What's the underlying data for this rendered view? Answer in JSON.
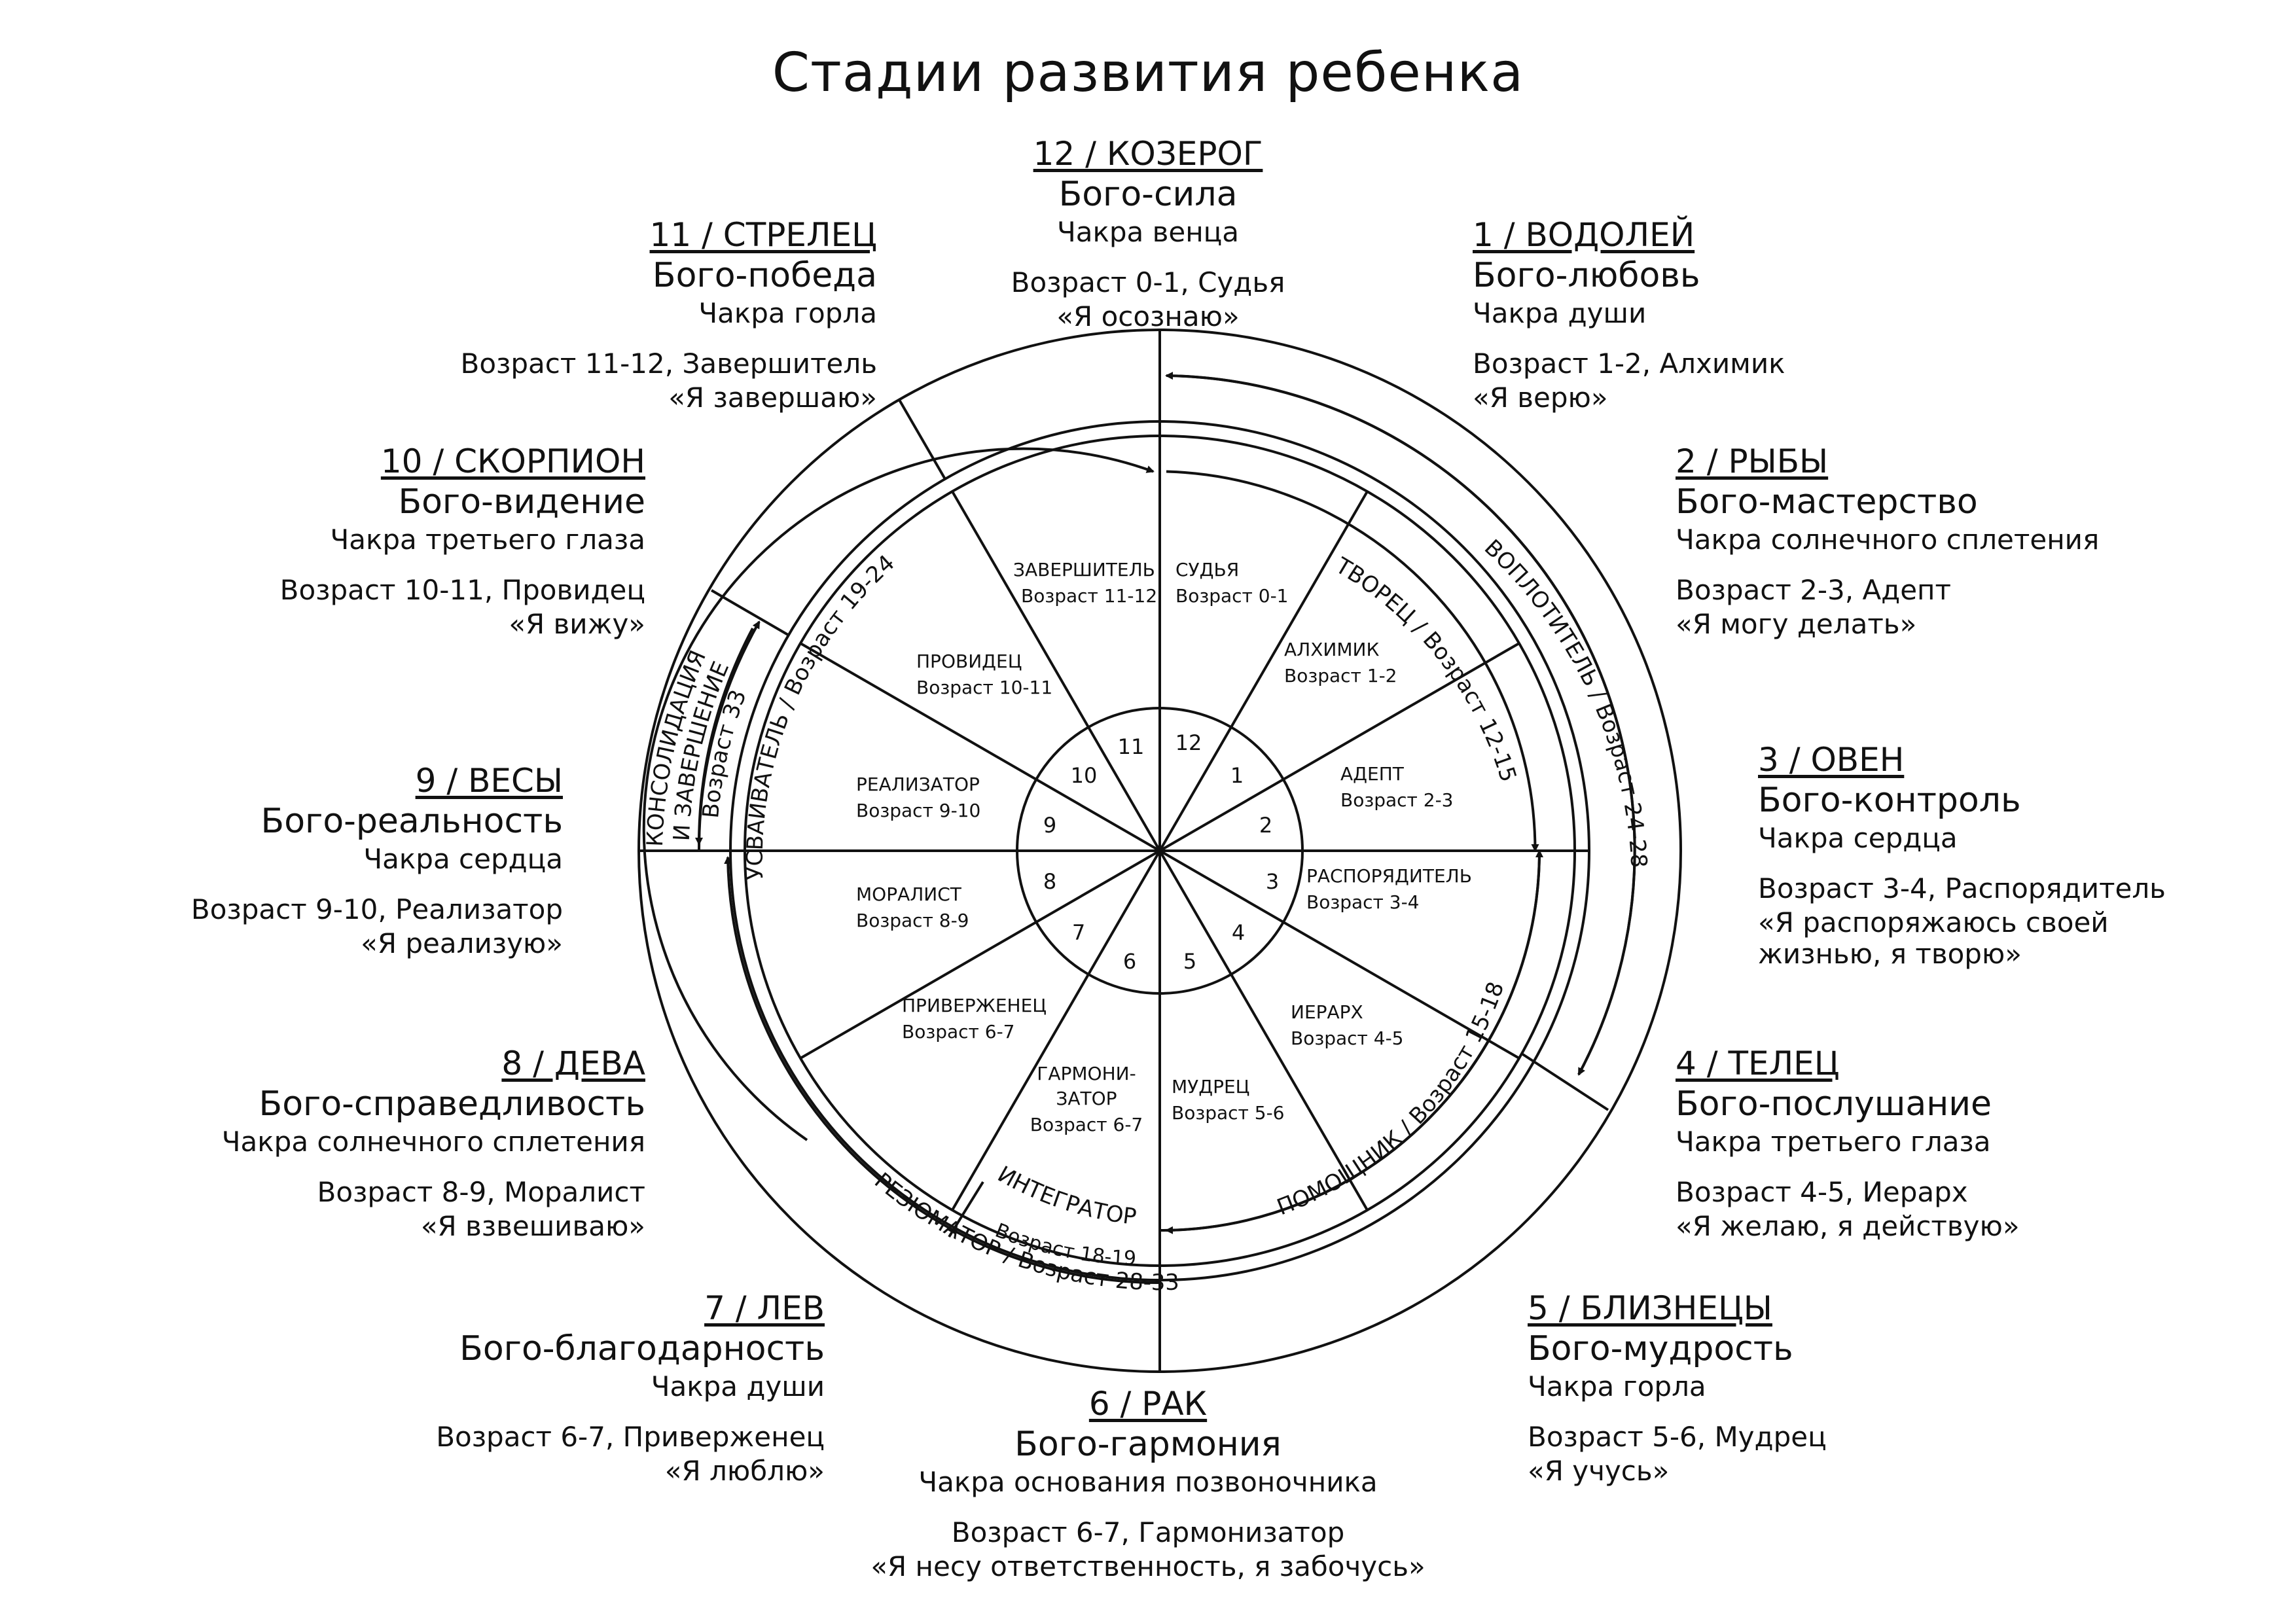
{
  "title": "Стадии развития ребенка",
  "signs": [
    {
      "sign": "1 / ВОДОЛЕЙ",
      "god": "Бого-любовь",
      "chakra": "Чакра души",
      "age": "Возраст 1-2, Алхимик",
      "motto": "«Я верю»"
    },
    {
      "sign": "2 / РЫБЫ",
      "god": "Бого-мастерство",
      "chakra": "Чакра солнечного сплетения",
      "age": "Возраст 2-3, Адепт",
      "motto": "«Я могу делать»"
    },
    {
      "sign": "3 / ОВЕН",
      "god": "Бого-контроль",
      "chakra": "Чакра сердца",
      "age": "Возраст 3-4, Распорядитель",
      "motto": "«Я распоряжаюсь своей жизнью, я творю»"
    },
    {
      "sign": "4 / ТЕЛЕЦ",
      "god": "Бого-послушание",
      "chakra": "Чакра третьего глаза",
      "age": "Возраст 4-5, Иерарх",
      "motto": "«Я желаю, я действую»"
    },
    {
      "sign": "5 / БЛИЗНЕЦЫ",
      "god": "Бого-мудрость",
      "chakra": "Чакра горла",
      "age": "Возраст 5-6, Мудрец",
      "motto": "«Я учусь»"
    },
    {
      "sign": "6 / РАК",
      "god": "Бого-гармония",
      "chakra": "Чакра основания позвоночника",
      "age": "Возраст 6-7, Гармонизатор",
      "motto": "«Я несу ответственность, я забочусь»"
    },
    {
      "sign": "7 / ЛЕВ",
      "god": "Бого-благодарность",
      "chakra": "Чакра души",
      "age": "Возраст 6-7, Приверженец",
      "motto": "«Я люблю»"
    },
    {
      "sign": "8 / ДЕВА",
      "god": "Бого-справедливость",
      "chakra": "Чакра солнечного сплетения",
      "age": "Возраст 8-9, Моралист",
      "motto": "«Я взвешиваю»"
    },
    {
      "sign": "9 / ВЕСЫ",
      "god": "Бого-реальность",
      "chakra": "Чакра сердца",
      "age": "Возраст 9-10, Реализатор",
      "motto": "«Я реализую»"
    },
    {
      "sign": "10 / СКОРПИОН",
      "god": "Бого-видение",
      "chakra": "Чакра третьего глаза",
      "age": "Возраст 10-11, Провидец",
      "motto": "«Я вижу»"
    },
    {
      "sign": "11 / СТРЕЛЕЦ",
      "god": "Бого-победа",
      "chakra": "Чакра горла",
      "age": "Возраст 11-12, Завершитель",
      "motto": "«Я завершаю»"
    },
    {
      "sign": "12 / КОЗЕРОГ",
      "god": "Бого-сила",
      "chakra": "Чакра венца",
      "age": "Возраст 0-1, Судья",
      "motto": "«Я осознаю»"
    }
  ],
  "wheel": {
    "segments": [
      {
        "num": "1",
        "name": "АЛХИМИК",
        "age": "Возраст 1-2"
      },
      {
        "num": "2",
        "name": "АДЕПТ",
        "age": "Возраст 2-3"
      },
      {
        "num": "3",
        "name": "РАСПОРЯДИТЕЛЬ",
        "age": "Возраст 3-4"
      },
      {
        "num": "4",
        "name": "ИЕРАРХ",
        "age": "Возраст 4-5"
      },
      {
        "num": "5",
        "name": "МУДРЕЦ",
        "age": "Возраст 5-6"
      },
      {
        "num": "6",
        "name1": "ГАРМОНИ-",
        "name2": "ЗАТОР",
        "age": "Возраст 6-7"
      },
      {
        "num": "7",
        "name": "ПРИВЕРЖЕНЕЦ",
        "age": "Возраст 6-7"
      },
      {
        "num": "8",
        "name": "МОРАЛИСТ",
        "age": "Возраст 8-9"
      },
      {
        "num": "9",
        "name": "РЕАЛИЗАТОР",
        "age": "Возраст 9-10"
      },
      {
        "num": "10",
        "name": "ПРОВИДЕЦ",
        "age": "Возраст 10-11"
      },
      {
        "num": "11",
        "name": "ЗАВЕРШИТЕЛЬ",
        "age": "Возраст 11-12"
      },
      {
        "num": "12",
        "name": "СУДЬЯ",
        "age": "Возраст 0-1"
      }
    ],
    "arcs": {
      "tvorets": "ТВОРЕЦ / Возраст 12-15",
      "pomoshchnik": "ПОМОЩНИК / Возраст 15-18",
      "integrator_1": "ИНТЕГРАТОР",
      "integrator_2": "Возраст 18-19",
      "usvaivatel": "УСВАИВАТЕЛЬ / Возраст 19-24",
      "voploshchitel": "ВОПЛОТИТЕЛЬ / Возраст 24-28",
      "rezyumator": "РЕЗЮМАТОР / Возраст 28-33",
      "konsolidatsiya_1": "КОНСОЛИДАЦИЯ",
      "konsolidatsiya_2": "И ЗАВЕРШЕНИЕ",
      "konsolidatsiya_3": "Возраст 33"
    }
  }
}
